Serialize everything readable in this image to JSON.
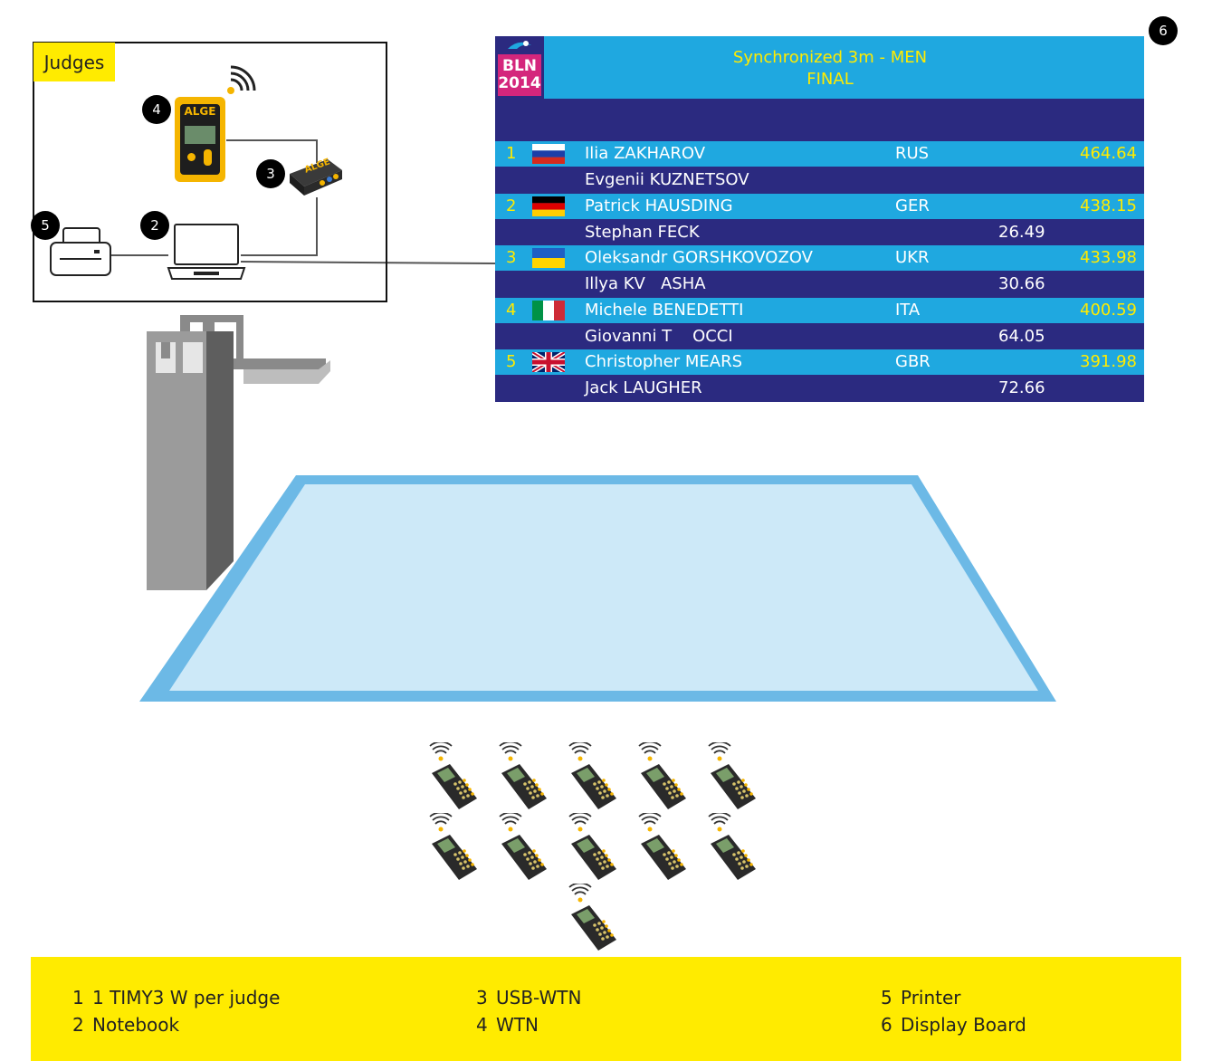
{
  "judges_box": {
    "label": "Judges"
  },
  "badges": {
    "b2": "2",
    "b3": "3",
    "b4": "4",
    "b5": "5",
    "b6": "6"
  },
  "devices": {
    "wtn": {
      "brand": "ALGE"
    },
    "usb_wtn": {
      "brand": "ALGE"
    },
    "icons": [
      "wtn-device-icon",
      "usb-wtn-device-icon",
      "notebook-icon",
      "printer-icon",
      "wireless-signal-icon",
      "timy3-handset-icon",
      "diving-tower-icon",
      "pool-icon"
    ]
  },
  "scoreboard": {
    "logo": {
      "line1": "BLN",
      "line2": "2014"
    },
    "title": "Synchronized 3m - MEN",
    "subtitle": "FINAL",
    "results": [
      {
        "rank": "1",
        "flag": "RUS",
        "diver1": "Ilia ZAKHAROV",
        "diver2": "Evgenii KUZNETSOV",
        "nat": "RUS",
        "total": "464.64",
        "behind": ""
      },
      {
        "rank": "2",
        "flag": "GER",
        "diver1": "Patrick HAUSDING",
        "diver2": "Stephan FECK",
        "nat": "GER",
        "total": "438.15",
        "behind": "26.49"
      },
      {
        "rank": "3",
        "flag": "UKR",
        "diver1": "Oleksandr GORSHKOVOZOV",
        "diver2": "Illya KV   ASHA",
        "nat": "UKR",
        "total": "433.98",
        "behind": "30.66"
      },
      {
        "rank": "4",
        "flag": "ITA",
        "diver1": "Michele BENEDETTI",
        "diver2": "Giovanni T    OCCI",
        "nat": "ITA",
        "total": "400.59",
        "behind": "64.05"
      },
      {
        "rank": "5",
        "flag": "GBR",
        "diver1": "Christopher MEARS",
        "diver2": "Jack LAUGHER",
        "nat": "GBR",
        "total": "391.98",
        "behind": "72.66"
      }
    ]
  },
  "handset_count": 11,
  "legend": [
    {
      "num": "1",
      "text": "1 TIMY3 W per judge"
    },
    {
      "num": "2",
      "text": "Notebook"
    },
    {
      "num": "3",
      "text": "USB-WTN"
    },
    {
      "num": "4",
      "text": "WTN"
    },
    {
      "num": "5",
      "text": "Printer"
    },
    {
      "num": "6",
      "text": "Display Board"
    }
  ],
  "colors": {
    "accent_yellow": "#ffeb00",
    "board_navy": "#2b2a80",
    "board_cyan": "#1fa8e0",
    "pool_water": "#cde9f8",
    "pool_edge": "#6cb9e6",
    "logo_pink": "#d4267c"
  }
}
